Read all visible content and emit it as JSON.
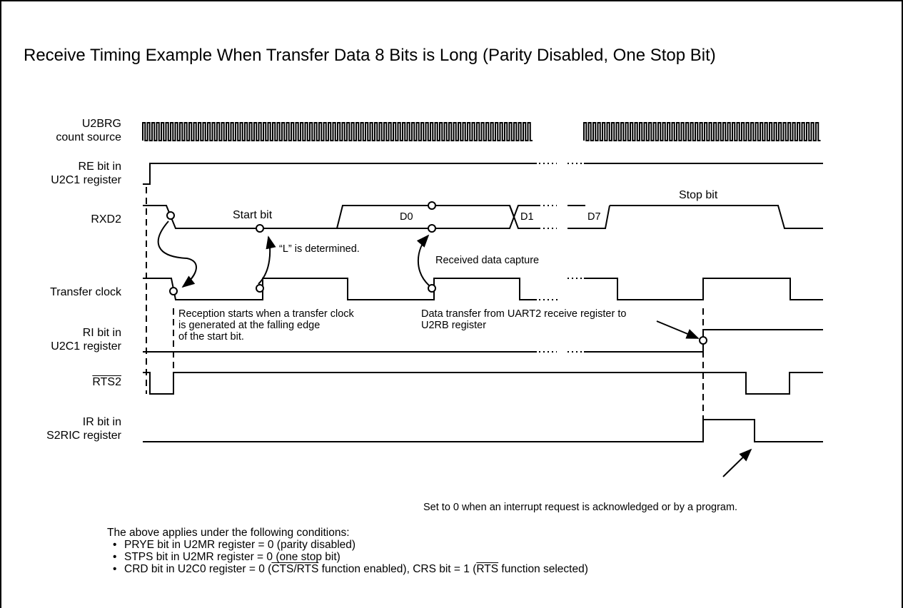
{
  "title": "Receive Timing Example When Transfer Data 8 Bits is Long (Parity Disabled, One Stop Bit)",
  "signals": {
    "u2brg_line1": "U2BRG",
    "u2brg_line2": "count source",
    "re_line1": "RE bit in",
    "re_line2": "U2C1 register",
    "rxd2": "RXD2",
    "transfer_clock": "Transfer clock",
    "ri_line1": "RI bit in",
    "ri_line2": "U2C1 register",
    "rts2": "RTS2",
    "ir_line1": "IR bit in",
    "ir_line2": "S2RIC register"
  },
  "annotations": {
    "start_bit": "Start bit",
    "stop_bit": "Stop bit",
    "d0": "D0",
    "d1": "D1",
    "d7": "D7",
    "l_determined": "“L” is determined.",
    "received_capture": "Received data capture",
    "reception_line1": "Reception starts when a transfer clock",
    "reception_line2": "is generated at the falling edge",
    "reception_line3": "of the start bit.",
    "data_transfer_line1": "Data transfer from UART2 receive register to",
    "data_transfer_line2": "U2RB register",
    "set_to_zero": "Set to 0 when an interrupt request is acknowledged or by a program."
  },
  "conditions": {
    "intro": "The above applies under the following conditions:",
    "c1": "PRYE bit in U2MR register = 0 (parity disabled)",
    "c2": "STPS bit in U2MR register = 0 (one stop bit)",
    "c3_a": "CRD bit in U2C0 register = 0 (",
    "c3_cts": "CTS",
    "c3_slash": "/",
    "c3_rts": "RTS",
    "c3_b": " function enabled), CRS bit = 1 (",
    "c3_rts2": "RTS",
    "c3_c": " function selected)"
  }
}
